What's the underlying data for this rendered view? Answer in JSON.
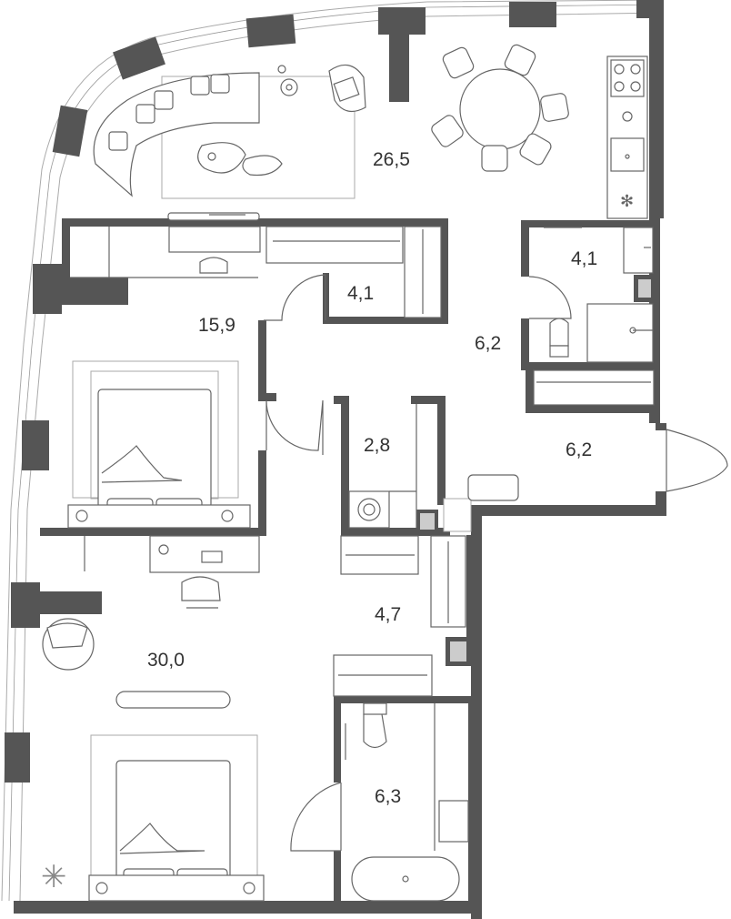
{
  "plan": {
    "wall_color": "#555555",
    "line_color": "#666666",
    "rooms": [
      {
        "id": "living-kitchen",
        "area": "26,5"
      },
      {
        "id": "bedroom-1",
        "area": "15,9"
      },
      {
        "id": "wardrobe-1",
        "area": "4,1"
      },
      {
        "id": "bathroom-small",
        "area": "4,1"
      },
      {
        "id": "hall-upper",
        "area": "6,2"
      },
      {
        "id": "hall-entrance",
        "area": "6,2"
      },
      {
        "id": "laundry",
        "area": "2,8"
      },
      {
        "id": "wardrobe-2",
        "area": "4,7"
      },
      {
        "id": "master-bedroom",
        "area": "30,0"
      },
      {
        "id": "bathroom-large",
        "area": "6,3"
      }
    ]
  }
}
